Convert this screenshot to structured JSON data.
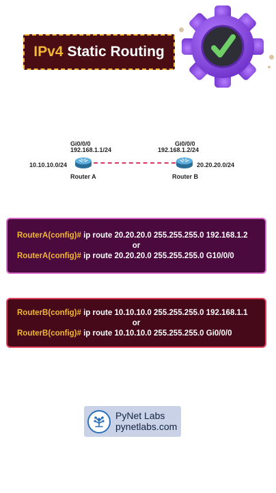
{
  "title": {
    "accent": "IPv4",
    "rest": "Static Routing"
  },
  "diagram": {
    "router_a": {
      "name": "Router A",
      "interface": "Gi0/0/0",
      "ip": "192.168.1.1/24",
      "lan": "10.10.10.0/24"
    },
    "router_b": {
      "name": "Router B",
      "interface": "Gi0/0/0",
      "ip": "192.168.1.2/24",
      "lan": "20.20.20.0/24"
    }
  },
  "commands_a": {
    "prompt": "RouterA(config)#",
    "line1": " ip route 20.20.20.0 255.255.255.0 192.168.1.2",
    "or": "or",
    "line2": " ip route 20.20.20.0 255.255.255.0 G10/0/0"
  },
  "commands_b": {
    "prompt": "RouterB(config)#",
    "line1": " ip route 10.10.10.0 255.255.255.0 192.168.1.1",
    "or": "or",
    "line2": " ip route 10.10.10.0 255.255.255.0 Gi0/0/0"
  },
  "logo": {
    "name": "PyNet Labs",
    "url": "pynetlabs.com"
  },
  "colors": {
    "banner_bg": "#4a0d14",
    "accent_gold": "#f2b733",
    "gear_purple": "#8e4fe6",
    "check_green": "#6fd068",
    "link_red": "#d8385e",
    "router_blue": "#3b8fc2",
    "cmd_a_bg": "#4b0a3e",
    "cmd_b_bg": "#45091a"
  }
}
